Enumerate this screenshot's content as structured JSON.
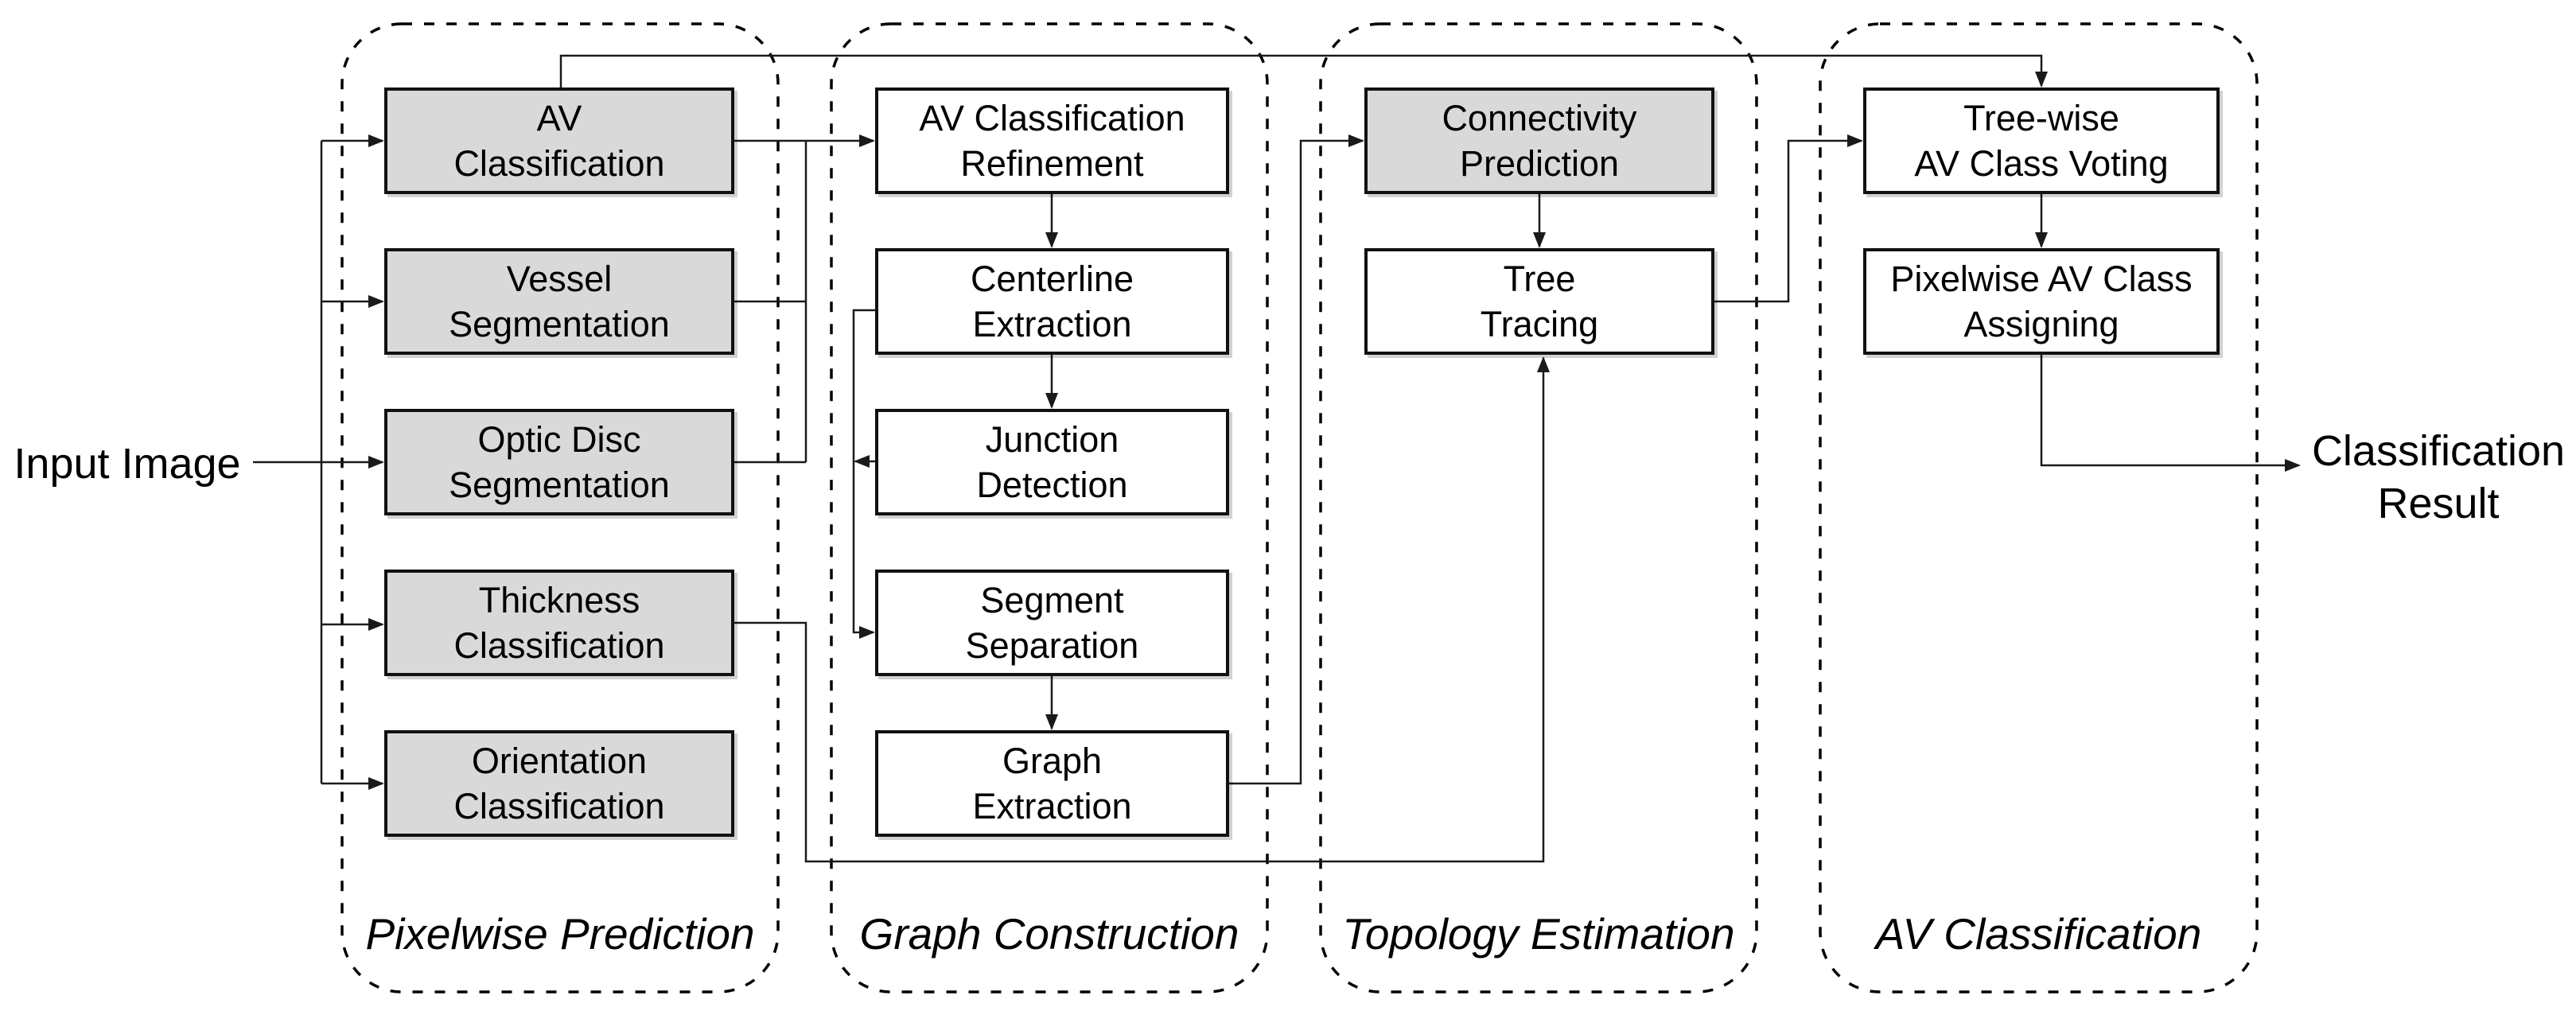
{
  "figure": {
    "input_label": "Input Image",
    "result_label": "Classification\nResult",
    "groups": [
      {
        "label": "Pixelwise Prediction"
      },
      {
        "label": "Graph Construction"
      },
      {
        "label": "Topology Estimation"
      },
      {
        "label": "AV Classification"
      }
    ],
    "nodes": {
      "av_classification": {
        "label": "AV\nClassification",
        "highlighted": true
      },
      "vessel_segmentation": {
        "label": "Vessel\nSegmentation",
        "highlighted": true
      },
      "optic_disc_segmentation": {
        "label": "Optic Disc\nSegmentation",
        "highlighted": true
      },
      "thickness_classification": {
        "label": "Thickness\nClassification",
        "highlighted": true
      },
      "orientation_classification": {
        "label": "Orientation\nClassification",
        "highlighted": true
      },
      "av_classification_refinement": {
        "label": "AV Classification\nRefinement",
        "highlighted": false
      },
      "centerline_extraction": {
        "label": "Centerline\nExtraction",
        "highlighted": false
      },
      "junction_detection": {
        "label": "Junction\nDetection",
        "highlighted": false
      },
      "segment_separation": {
        "label": "Segment\nSeparation",
        "highlighted": false
      },
      "graph_extraction": {
        "label": "Graph\nExtraction",
        "highlighted": false
      },
      "connectivity_prediction": {
        "label": "Connectivity\nPrediction",
        "highlighted": true
      },
      "tree_tracing": {
        "label": "Tree\nTracing",
        "highlighted": false
      },
      "tree_wise_av_class_voting": {
        "label": "Tree-wise\nAV Class Voting",
        "highlighted": false
      },
      "pixelwise_av_class_assigning": {
        "label": "Pixelwise AV Class\nAssigning",
        "highlighted": false
      }
    },
    "colors": {
      "highlight_fill": "#d9d9d9",
      "node_fill": "#ffffff",
      "stroke": "#1a1a1a",
      "text": "#000000"
    }
  }
}
